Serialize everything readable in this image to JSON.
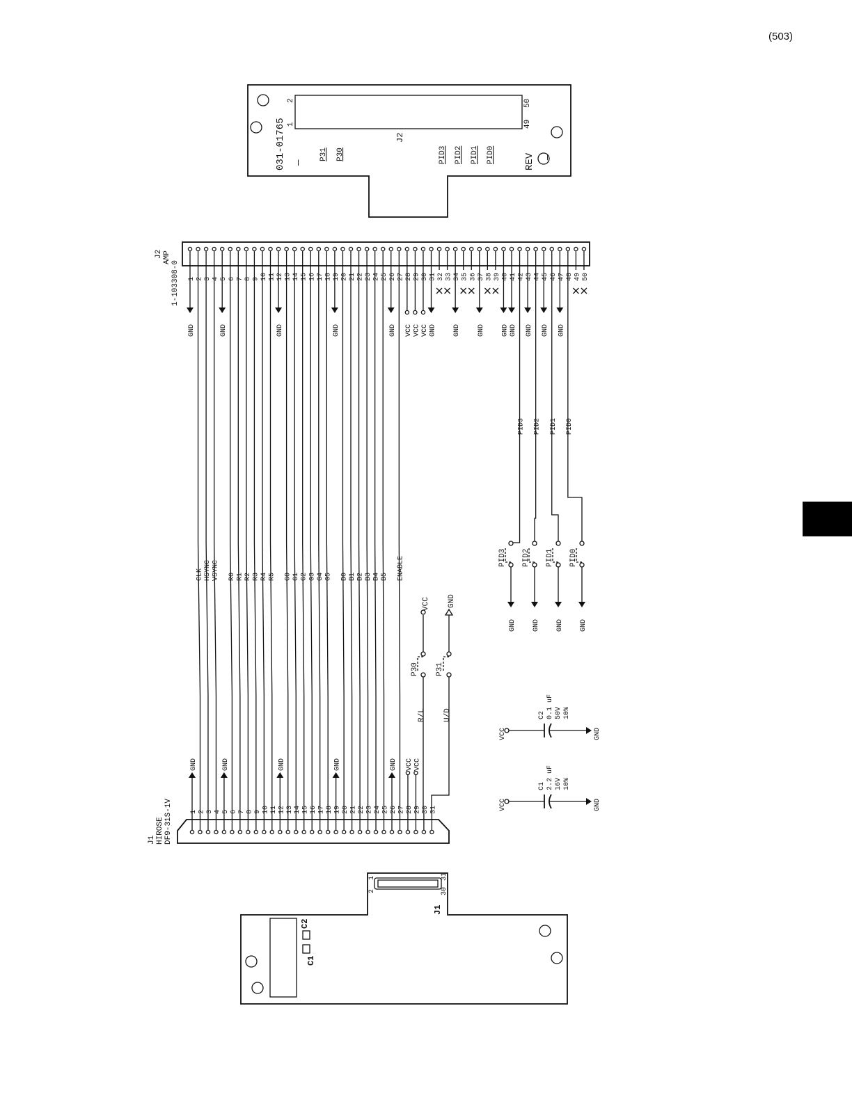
{
  "page": {
    "number": "(503)"
  },
  "board_j2": {
    "part_number": "031-01765",
    "rev_label": "REV",
    "rev_value": "—",
    "connector_label": "J2",
    "pin_labels": [
      "1",
      "2",
      "49",
      "50"
    ],
    "jumper_labels": [
      "P31",
      "P30"
    ],
    "pid_labels": [
      "PID3",
      "PID2",
      "PID1",
      "PID0"
    ]
  },
  "board_j1": {
    "connector_label": "J1",
    "pin_labels": [
      "1",
      "2",
      "30",
      "31"
    ],
    "component_labels": [
      "C1",
      "C2"
    ]
  },
  "j2": {
    "designator": "J2",
    "maker": "AMP",
    "part": "1-103308-0",
    "pins": [
      {
        "n": "1",
        "net": "GND",
        "sig": ""
      },
      {
        "n": "2",
        "net": "",
        "sig": "CLK"
      },
      {
        "n": "3",
        "net": "",
        "sig": "HSYNC"
      },
      {
        "n": "4",
        "net": "",
        "sig": "VSYNC"
      },
      {
        "n": "5",
        "net": "GND",
        "sig": ""
      },
      {
        "n": "6",
        "net": "",
        "sig": "R0"
      },
      {
        "n": "7",
        "net": "",
        "sig": "R1"
      },
      {
        "n": "8",
        "net": "",
        "sig": "R2"
      },
      {
        "n": "9",
        "net": "",
        "sig": "R3"
      },
      {
        "n": "10",
        "net": "",
        "sig": "R4"
      },
      {
        "n": "11",
        "net": "",
        "sig": "R5"
      },
      {
        "n": "12",
        "net": "GND",
        "sig": ""
      },
      {
        "n": "13",
        "net": "",
        "sig": "G0"
      },
      {
        "n": "14",
        "net": "",
        "sig": "G1"
      },
      {
        "n": "15",
        "net": "",
        "sig": "G2"
      },
      {
        "n": "16",
        "net": "",
        "sig": "G3"
      },
      {
        "n": "17",
        "net": "",
        "sig": "G4"
      },
      {
        "n": "18",
        "net": "",
        "sig": "G5"
      },
      {
        "n": "19",
        "net": "GND",
        "sig": ""
      },
      {
        "n": "20",
        "net": "",
        "sig": "B0"
      },
      {
        "n": "21",
        "net": "",
        "sig": "B1"
      },
      {
        "n": "22",
        "net": "",
        "sig": "B2"
      },
      {
        "n": "23",
        "net": "",
        "sig": "B3"
      },
      {
        "n": "24",
        "net": "",
        "sig": "B4"
      },
      {
        "n": "25",
        "net": "",
        "sig": "B5"
      },
      {
        "n": "26",
        "net": "GND",
        "sig": ""
      },
      {
        "n": "27",
        "net": "",
        "sig": "ENABLE"
      },
      {
        "n": "28",
        "net": "VCC",
        "sig": ""
      },
      {
        "n": "29",
        "net": "VCC",
        "sig": ""
      },
      {
        "n": "30",
        "net": "VCC",
        "sig": ""
      },
      {
        "n": "31",
        "net": "GND",
        "sig": ""
      },
      {
        "n": "32",
        "net": "X",
        "sig": ""
      },
      {
        "n": "33",
        "net": "X",
        "sig": ""
      },
      {
        "n": "34",
        "net": "GND",
        "sig": ""
      },
      {
        "n": "35",
        "net": "X",
        "sig": ""
      },
      {
        "n": "36",
        "net": "X",
        "sig": ""
      },
      {
        "n": "37",
        "net": "GND",
        "sig": ""
      },
      {
        "n": "38",
        "net": "X",
        "sig": ""
      },
      {
        "n": "39",
        "net": "X",
        "sig": ""
      },
      {
        "n": "40",
        "net": "GND",
        "sig": ""
      },
      {
        "n": "41",
        "net": "GND",
        "sig": ""
      },
      {
        "n": "42",
        "net": "",
        "sig": "PID3"
      },
      {
        "n": "43",
        "net": "GND",
        "sig": ""
      },
      {
        "n": "44",
        "net": "",
        "sig": "PID2"
      },
      {
        "n": "45",
        "net": "GND",
        "sig": ""
      },
      {
        "n": "46",
        "net": "",
        "sig": "PID1"
      },
      {
        "n": "47",
        "net": "GND",
        "sig": ""
      },
      {
        "n": "48",
        "net": "",
        "sig": "PID0"
      },
      {
        "n": "49",
        "net": "X",
        "sig": ""
      },
      {
        "n": "50",
        "net": "X",
        "sig": ""
      }
    ]
  },
  "j1": {
    "designator": "J1",
    "maker": "HIROSE",
    "part": "DF9-31S-1V",
    "pins": [
      {
        "n": "1",
        "net": "GND"
      },
      {
        "n": "2",
        "net": ""
      },
      {
        "n": "3",
        "net": ""
      },
      {
        "n": "4",
        "net": ""
      },
      {
        "n": "5",
        "net": "GND"
      },
      {
        "n": "6",
        "net": ""
      },
      {
        "n": "7",
        "net": ""
      },
      {
        "n": "8",
        "net": ""
      },
      {
        "n": "9",
        "net": ""
      },
      {
        "n": "10",
        "net": ""
      },
      {
        "n": "11",
        "net": ""
      },
      {
        "n": "12",
        "net": "GND"
      },
      {
        "n": "13",
        "net": ""
      },
      {
        "n": "14",
        "net": ""
      },
      {
        "n": "15",
        "net": ""
      },
      {
        "n": "16",
        "net": ""
      },
      {
        "n": "17",
        "net": ""
      },
      {
        "n": "18",
        "net": ""
      },
      {
        "n": "19",
        "net": "GND"
      },
      {
        "n": "20",
        "net": ""
      },
      {
        "n": "21",
        "net": ""
      },
      {
        "n": "22",
        "net": ""
      },
      {
        "n": "23",
        "net": ""
      },
      {
        "n": "24",
        "net": ""
      },
      {
        "n": "25",
        "net": ""
      },
      {
        "n": "26",
        "net": "GND"
      },
      {
        "n": "27",
        "net": ""
      },
      {
        "n": "28",
        "net": "VCC"
      },
      {
        "n": "29",
        "net": "VCC"
      },
      {
        "n": "30",
        "net": ""
      },
      {
        "n": "31",
        "net": ""
      }
    ]
  },
  "straps": {
    "rl": {
      "designator": "P30",
      "signal": "R/L",
      "net": "VCC"
    },
    "ud": {
      "designator": "P31",
      "signal": "U/D",
      "net": "GND"
    }
  },
  "pid_jumpers": [
    {
      "designator": "PID3",
      "net": "GND"
    },
    {
      "designator": "PID2",
      "net": "GND"
    },
    {
      "designator": "PID1",
      "net": "GND"
    },
    {
      "designator": "PID0",
      "net": "GND"
    }
  ],
  "capacitors": [
    {
      "designator": "C1",
      "value": "2.2 uF",
      "voltage": "16V",
      "tolerance": "10%",
      "left_net": "VCC",
      "right_net": "GND"
    },
    {
      "designator": "C2",
      "value": "0.1 uF",
      "voltage": "50V",
      "tolerance": "10%",
      "left_net": "VCC",
      "right_net": "GND"
    }
  ]
}
